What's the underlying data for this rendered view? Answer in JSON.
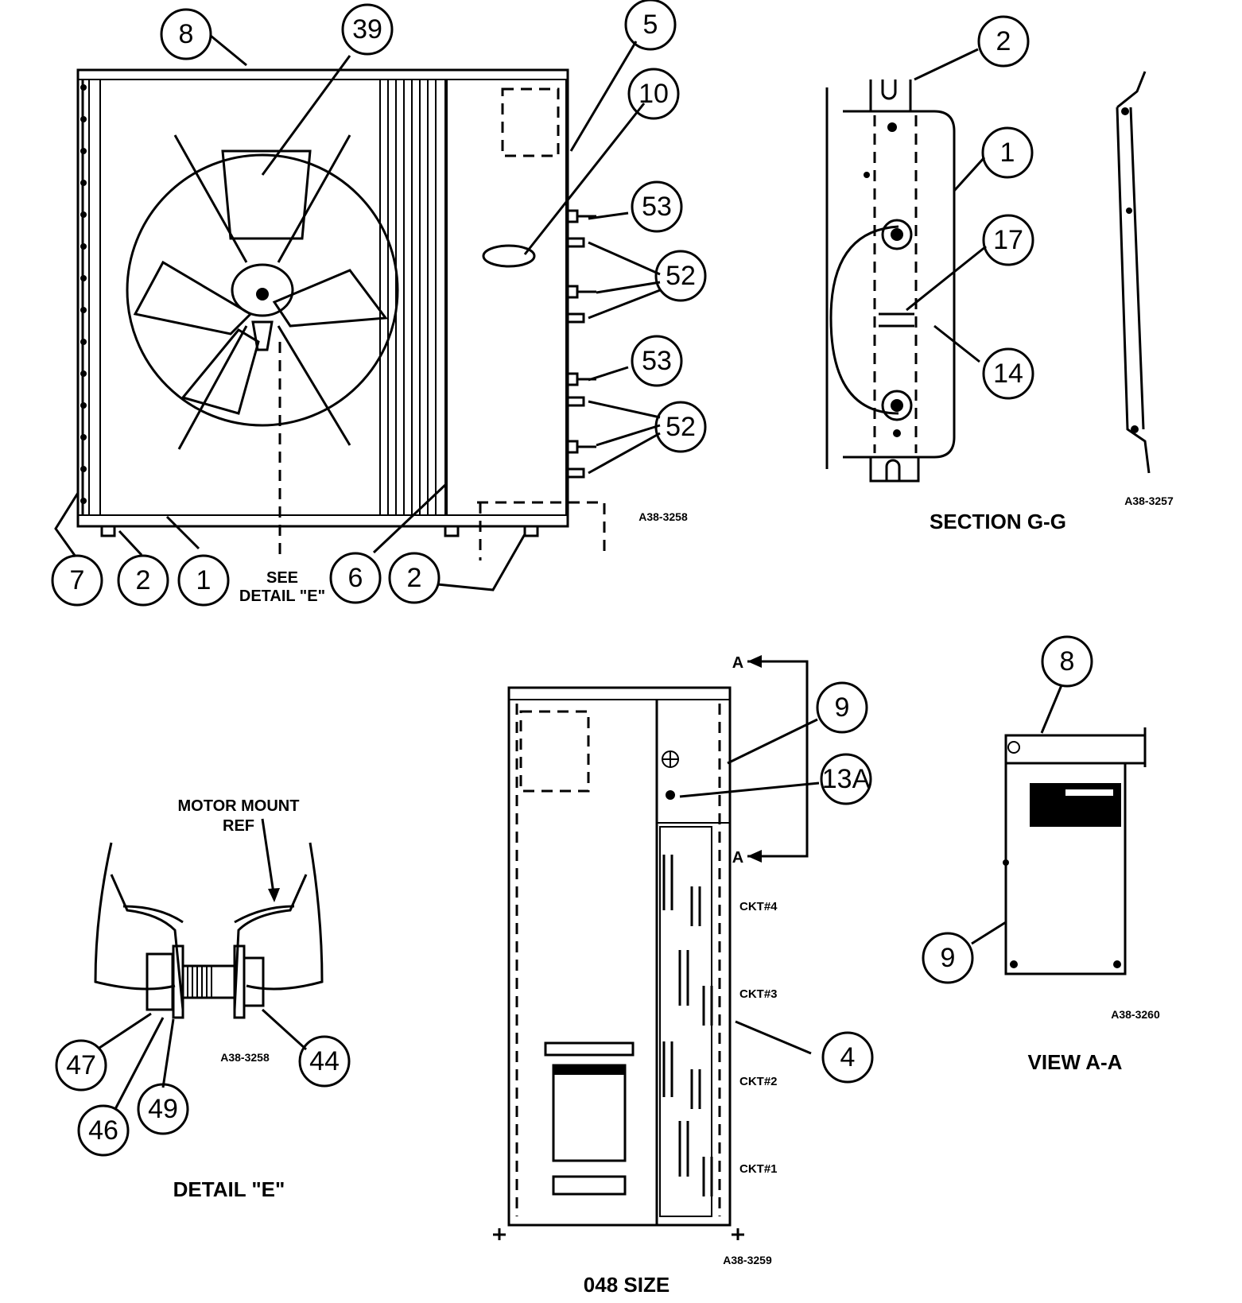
{
  "main_view": {
    "callouts": [
      "8",
      "39",
      "5",
      "10",
      "53",
      "52",
      "53",
      "52",
      "7",
      "2",
      "1",
      "6",
      "2"
    ],
    "see_detail": [
      "SEE",
      "DETAIL \"E\""
    ],
    "drawing_code": "A38-3258"
  },
  "section_gg": {
    "callouts": [
      "2",
      "1",
      "17",
      "14"
    ],
    "caption": "SECTION G-G",
    "drawing_code": "A38-3257"
  },
  "detail_e": {
    "callouts": [
      "47",
      "46",
      "49",
      "44"
    ],
    "motor_mount_ref": [
      "MOTOR MOUNT",
      "REF"
    ],
    "caption": "DETAIL \"E\"",
    "drawing_code": "A38-3258"
  },
  "size_view": {
    "callouts": [
      "9",
      "13A",
      "4"
    ],
    "section_markers": [
      "A",
      "A"
    ],
    "circuit_labels": [
      "CKT#4",
      "CKT#3",
      "CKT#2",
      "CKT#1"
    ],
    "caption": "048 SIZE",
    "drawing_code": "A38-3259"
  },
  "view_aa": {
    "callouts": [
      "8",
      "9"
    ],
    "caption": "VIEW A-A",
    "drawing_code": "A38-3260"
  }
}
